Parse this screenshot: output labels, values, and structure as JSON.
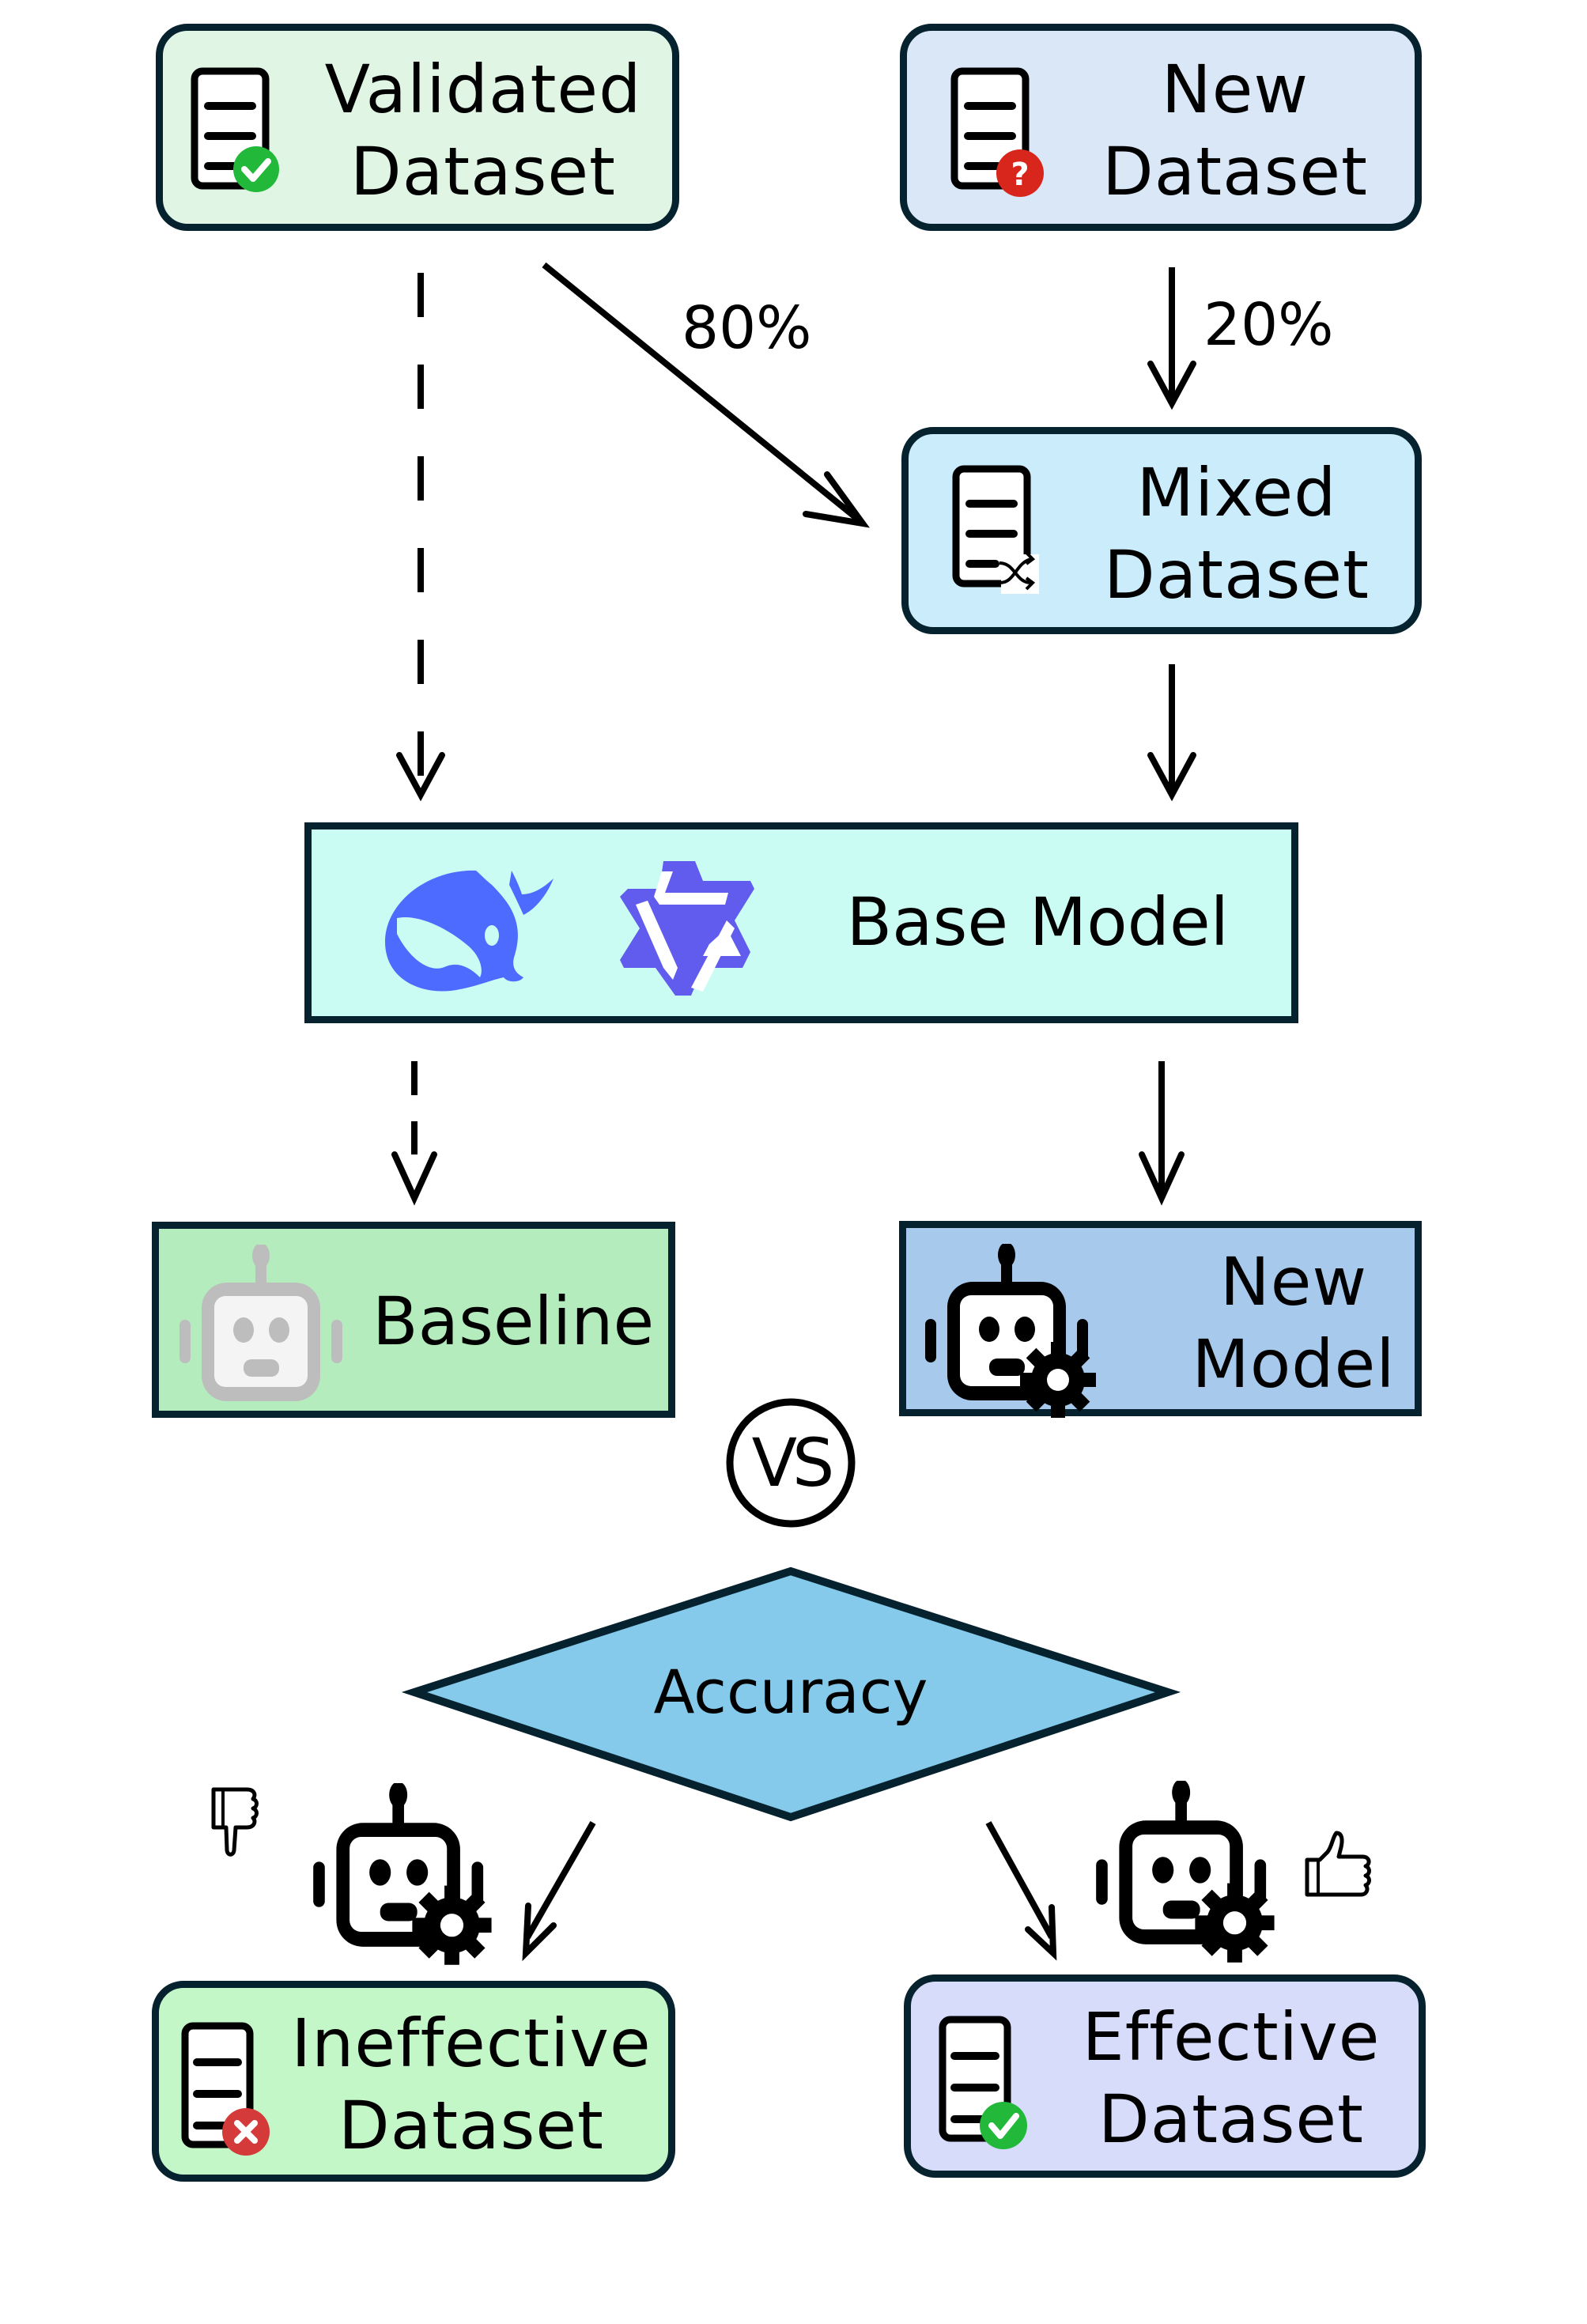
{
  "nodes": {
    "validated": {
      "line1": "Validated",
      "line2": "Dataset",
      "color": "#e0f5e4",
      "badge": "check"
    },
    "new_dataset": {
      "line1": "New",
      "line2": "Dataset",
      "color": "#dae7f6",
      "badge": "question"
    },
    "mixed": {
      "line1": "Mixed",
      "line2": "Dataset",
      "color": "#cbecfb",
      "badge": "shuffle"
    },
    "base_model": {
      "label": "Base Model",
      "color": "#cafcf3",
      "logos": [
        "deepseek-whale-logo",
        "qwen-star-logo"
      ]
    },
    "baseline": {
      "label": "Baseline",
      "color": "#b4ecbe"
    },
    "new_model": {
      "line1": "New",
      "line2": "Model",
      "color": "#a6c9ec"
    },
    "vs": {
      "label": "VS"
    },
    "accuracy": {
      "label": "Accuracy",
      "color": "#85caea"
    },
    "ineffective": {
      "line1": "Ineffective",
      "line2": "Dataset",
      "color": "#c4f7c8",
      "badge": "cross"
    },
    "effective": {
      "line1": "Effective",
      "line2": "Dataset",
      "color": "#d6dcf9",
      "badge": "check"
    }
  },
  "edges": {
    "validated_to_mixed": {
      "label": "80%",
      "style": "solid"
    },
    "new_to_mixed": {
      "label": "20%",
      "style": "solid"
    },
    "validated_to_base": {
      "style": "dashed"
    },
    "mixed_to_base": {
      "style": "solid"
    },
    "base_to_baseline": {
      "style": "dashed"
    },
    "base_to_new_model": {
      "style": "solid"
    },
    "accuracy_to_ineffective": {
      "style": "solid",
      "indicator": "thumbs-down"
    },
    "accuracy_to_effective": {
      "style": "solid",
      "indicator": "thumbs-up"
    }
  },
  "colors": {
    "border": "#06222f",
    "badge_green": "#22b83a",
    "badge_red": "#d9261c",
    "badge_cross_red": "#d43a3a",
    "deepseek_blue": "#4d6bfe",
    "qwen_purple": "#615ced",
    "baseline_robot_gray": "#bdbdbd"
  }
}
